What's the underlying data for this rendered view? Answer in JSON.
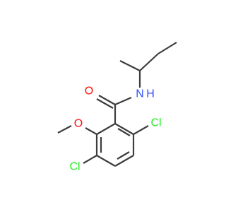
{
  "molecule": {
    "colors": {
      "bond": "#3d3d3d",
      "O": "#ff0d0d",
      "N": "#3050f8",
      "Cl": "#1ff01f",
      "background": "#ffffff"
    },
    "atom_labels": {
      "carbonyl_oxygen": "O",
      "amide_nitrogen": "N",
      "amide_hydrogen": "H",
      "methoxy_oxygen": "O",
      "chlorine_upper": "Cl",
      "chlorine_lower": "Cl"
    }
  }
}
